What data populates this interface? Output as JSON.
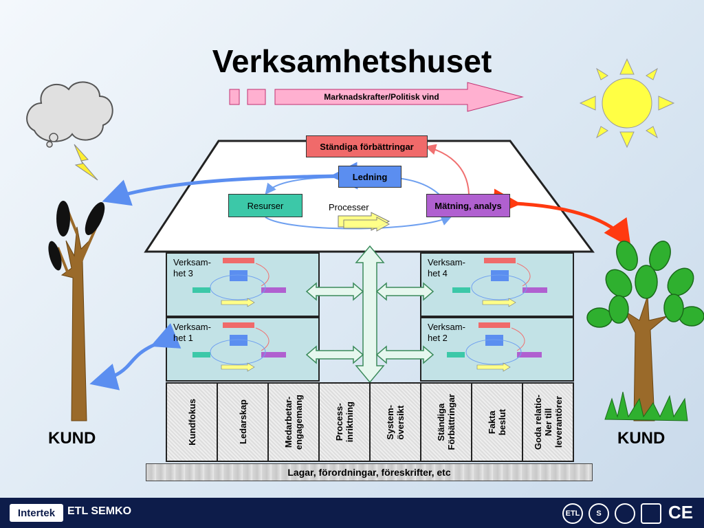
{
  "title": "Verksamhetshuset",
  "wind_label": "Marknadskrafter/Politisk vind",
  "roof": {
    "improvements": "Ständiga förbättringar",
    "leadership": "Ledning",
    "resources": "Resurser",
    "processes": "Processer",
    "measurement": "Mätning, analys"
  },
  "units": [
    {
      "line1": "Verksam-",
      "line2": "het 3"
    },
    {
      "line1": "Verksam-",
      "line2": "het 4"
    },
    {
      "line1": "Verksam-",
      "line2": "het 1"
    },
    {
      "line1": "Verksam-",
      "line2": "het 2"
    }
  ],
  "pillars": [
    "Kundfokus",
    "Ledarskap",
    "Medarbetar-\nengagemang",
    "Process-\ninriktning",
    "System-\növersikt",
    "Ständiga\nFörbättringar",
    "Fakta\nbeslut",
    "Goda relatio-\nNer till\nleverantörer"
  ],
  "foundation": "Lagar, förordningar, föreskrifter, etc",
  "customer_left": "KUND",
  "customer_right": "KUND",
  "footer": {
    "brand": "Intertek",
    "sub_brand": "ETL SEMKO",
    "certs": [
      "ETL",
      "S",
      "CE"
    ]
  },
  "colors": {
    "improvements_fill": "#f06a6a",
    "leadership_fill": "#5b8ef0",
    "resources_fill": "#3cc8a8",
    "measurement_fill": "#b060d0",
    "process_arrow": "#ffff88",
    "wing_fill": "#c2e2e6",
    "footer_bg": "#0d1c4a"
  }
}
